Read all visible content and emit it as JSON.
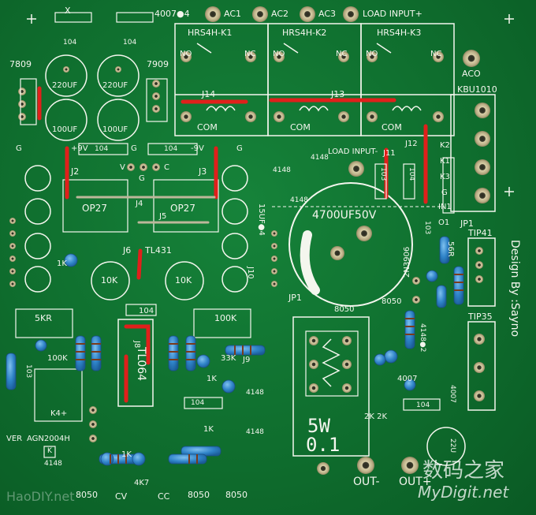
{
  "labels": {
    "r4007_top": "4007●4",
    "ac1": "AC1",
    "ac2": "AC2",
    "ac3": "AC3",
    "load_input_plus": "LOAD INPUT+",
    "relay1": "HRS4H-K1",
    "relay2": "HRS4H-K2",
    "relay3": "HRS4H-K3",
    "no": "NO",
    "nc": "NC",
    "com": "COM",
    "j14": "J14",
    "j13": "J13",
    "j12": "J12",
    "j11": "J11",
    "aco": "ACO",
    "kbu": "KBU1010",
    "reg7809": "7809",
    "reg7909": "7909",
    "cap220": "220UF",
    "cap100": "100UF",
    "g": "G",
    "v9p": "+9V",
    "v9m": "-9V",
    "v104": "104",
    "v": "V",
    "c": "C",
    "load_input_minus": "LOAD INPUT-",
    "d4148": "4148",
    "c103": "103",
    "k2": "K2",
    "k1": "K1",
    "k3": "K3",
    "in1": "IN1",
    "o1": "O1",
    "jp1": "JP1",
    "j2": "J2",
    "j3": "J3",
    "j4": "J4",
    "j5": "J5",
    "j6": "J6",
    "op27": "OP27",
    "tl431": "TL431",
    "cap_big": "4700UF50V",
    "c15uf": "15UF●4",
    "tr2n3906": "2N3906",
    "r56r": "56R",
    "tip41": "TIP41",
    "tip35": "TIP35",
    "design": "Design By :Sayno",
    "r1k": "1K",
    "r10k": "10K",
    "r5k": "5KR",
    "r100k": "100K",
    "r33k": "33K",
    "j9": "J9",
    "j10": "J10",
    "tl064": "TL064",
    "j8": "J8",
    "t8050": "8050",
    "d4148_2": "4148●2",
    "d4007": "4007",
    "r2k2k": "2K 2K",
    "ver": "VER",
    "agn": "AGN2004H",
    "k4": "K4+",
    "k": "K",
    "x": "X",
    "r5w": "5W",
    "r01": "0.1",
    "out_minus": "OUT-",
    "out_plus": "OUT+",
    "cv": "CV",
    "cc": "CC",
    "r4k7": "4K7",
    "c22u": "22U"
  },
  "watermark": {
    "site_cn": "数码之家",
    "site_en": "MyDigit.net",
    "left": "HaoDIY.net"
  }
}
